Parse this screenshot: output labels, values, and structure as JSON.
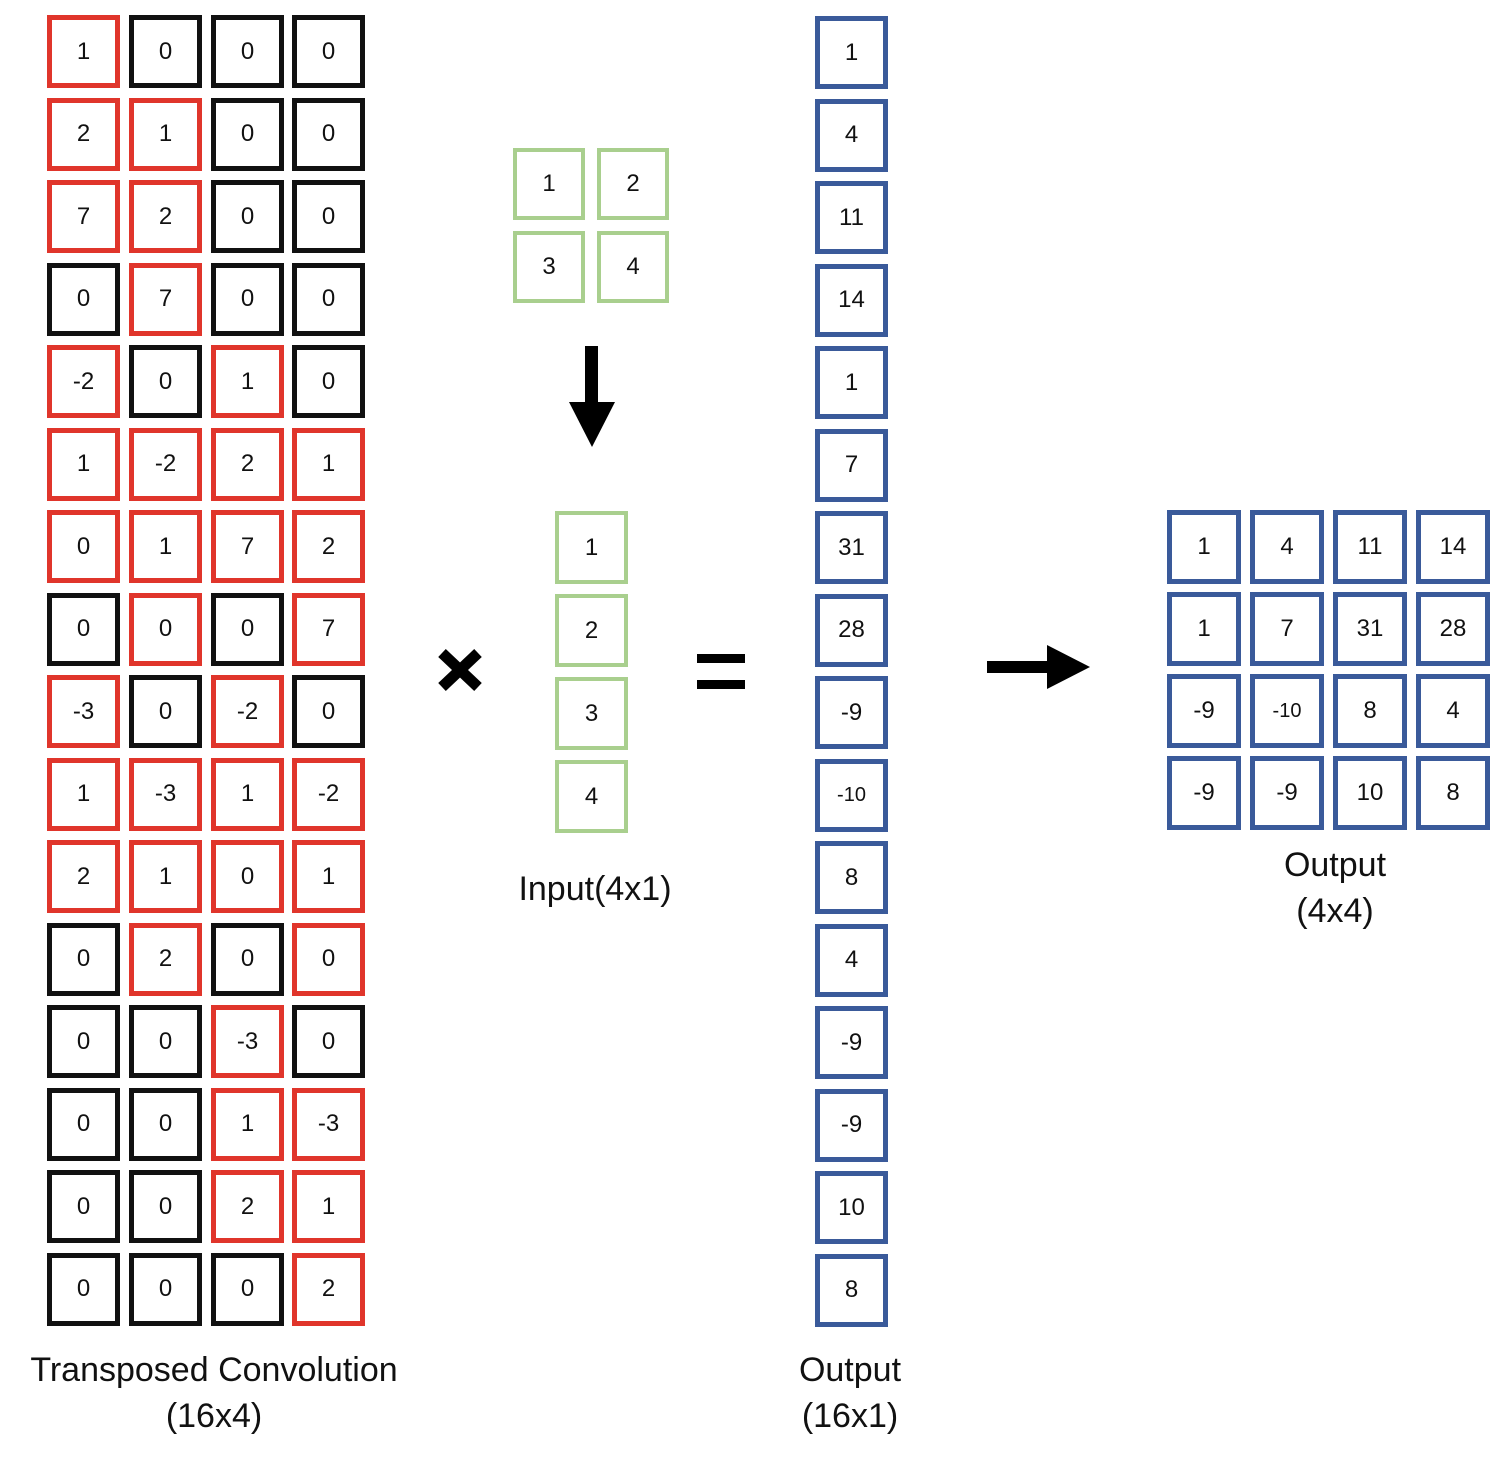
{
  "colors": {
    "red": "#e0352b",
    "black": "#111111",
    "green": "#a9cf8e",
    "blue": "#3a5a9a"
  },
  "kernel_matrix": {
    "label_line1": "Transposed Convolution",
    "label_line2": "(16x4)",
    "values": [
      [
        "1",
        "0",
        "0",
        "0"
      ],
      [
        "2",
        "1",
        "0",
        "0"
      ],
      [
        "7",
        "2",
        "0",
        "0"
      ],
      [
        "0",
        "7",
        "0",
        "0"
      ],
      [
        "-2",
        "0",
        "1",
        "0"
      ],
      [
        "1",
        "-2",
        "2",
        "1"
      ],
      [
        "0",
        "1",
        "7",
        "2"
      ],
      [
        "0",
        "0",
        "0",
        "7"
      ],
      [
        "-3",
        "0",
        "-2",
        "0"
      ],
      [
        "1",
        "-3",
        "1",
        "-2"
      ],
      [
        "2",
        "1",
        "0",
        "1"
      ],
      [
        "0",
        "2",
        "0",
        "0"
      ],
      [
        "0",
        "0",
        "-3",
        "0"
      ],
      [
        "0",
        "0",
        "1",
        "-3"
      ],
      [
        "0",
        "0",
        "2",
        "1"
      ],
      [
        "0",
        "0",
        "0",
        "2"
      ]
    ],
    "highlight": [
      [
        1,
        0,
        0,
        0
      ],
      [
        1,
        1,
        0,
        0
      ],
      [
        1,
        1,
        0,
        0
      ],
      [
        0,
        1,
        0,
        0
      ],
      [
        1,
        0,
        1,
        0
      ],
      [
        1,
        1,
        1,
        1
      ],
      [
        1,
        1,
        1,
        1
      ],
      [
        0,
        1,
        0,
        1
      ],
      [
        1,
        0,
        1,
        0
      ],
      [
        1,
        1,
        1,
        1
      ],
      [
        1,
        1,
        1,
        1
      ],
      [
        0,
        1,
        0,
        1
      ],
      [
        0,
        0,
        1,
        0
      ],
      [
        0,
        0,
        1,
        1
      ],
      [
        0,
        0,
        1,
        1
      ],
      [
        0,
        0,
        0,
        1
      ]
    ]
  },
  "input_grid": {
    "values": [
      [
        "1",
        "2"
      ],
      [
        "3",
        "4"
      ]
    ]
  },
  "input_vector": {
    "label": "Input(4x1)",
    "values": [
      "1",
      "2",
      "3",
      "4"
    ]
  },
  "output_vector": {
    "label_line1": "Output",
    "label_line2": "(16x1)",
    "values": [
      "1",
      "4",
      "11",
      "14",
      "1",
      "7",
      "31",
      "28",
      "-9",
      "-10",
      "8",
      "4",
      "-9",
      "-9",
      "10",
      "8"
    ]
  },
  "output_grid": {
    "label_line1": "Output",
    "label_line2": "(4x4)",
    "values": [
      [
        "1",
        "4",
        "11",
        "14"
      ],
      [
        "1",
        "7",
        "31",
        "28"
      ],
      [
        "-9",
        "-10",
        "8",
        "4"
      ],
      [
        "-9",
        "-9",
        "10",
        "8"
      ]
    ]
  },
  "operators": {
    "multiply": "multiply-icon",
    "equals": "equals-icon",
    "down_arrow": "arrow-down-icon",
    "right_arrow": "arrow-right-icon"
  }
}
